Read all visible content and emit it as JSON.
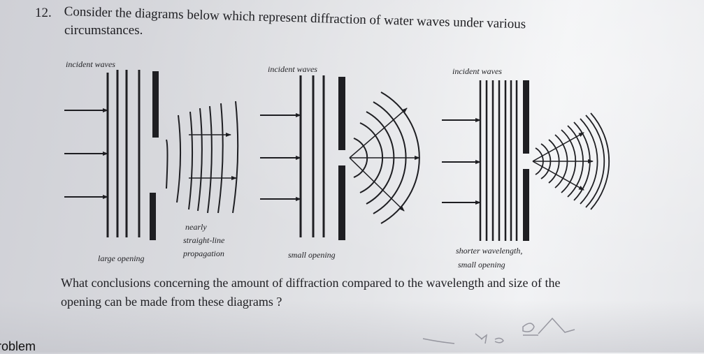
{
  "question": {
    "number": "12.",
    "line1": "Consider the diagrams below which represent diffraction of water waves under various",
    "line2": "circumstances."
  },
  "diagrams": {
    "left": {
      "top_label": "incident waves",
      "bottom_label": "large opening",
      "note": [
        "nearly",
        "straight-line",
        "propagation"
      ]
    },
    "middle": {
      "top_label": "incident waves",
      "bottom_label": "small opening"
    },
    "right": {
      "top_label": "incident waves",
      "bottom_label": [
        "shorter wavelength,",
        "small opening"
      ]
    }
  },
  "prompt": {
    "line1": "What conclusions concerning the amount of diffraction compared to the wavelength and size of the",
    "line2": "opening can be made from these diagrams ?"
  },
  "footer_fragment": "roblem",
  "colors": {
    "ink": "#1e1e22",
    "background": "#dcdde1"
  }
}
